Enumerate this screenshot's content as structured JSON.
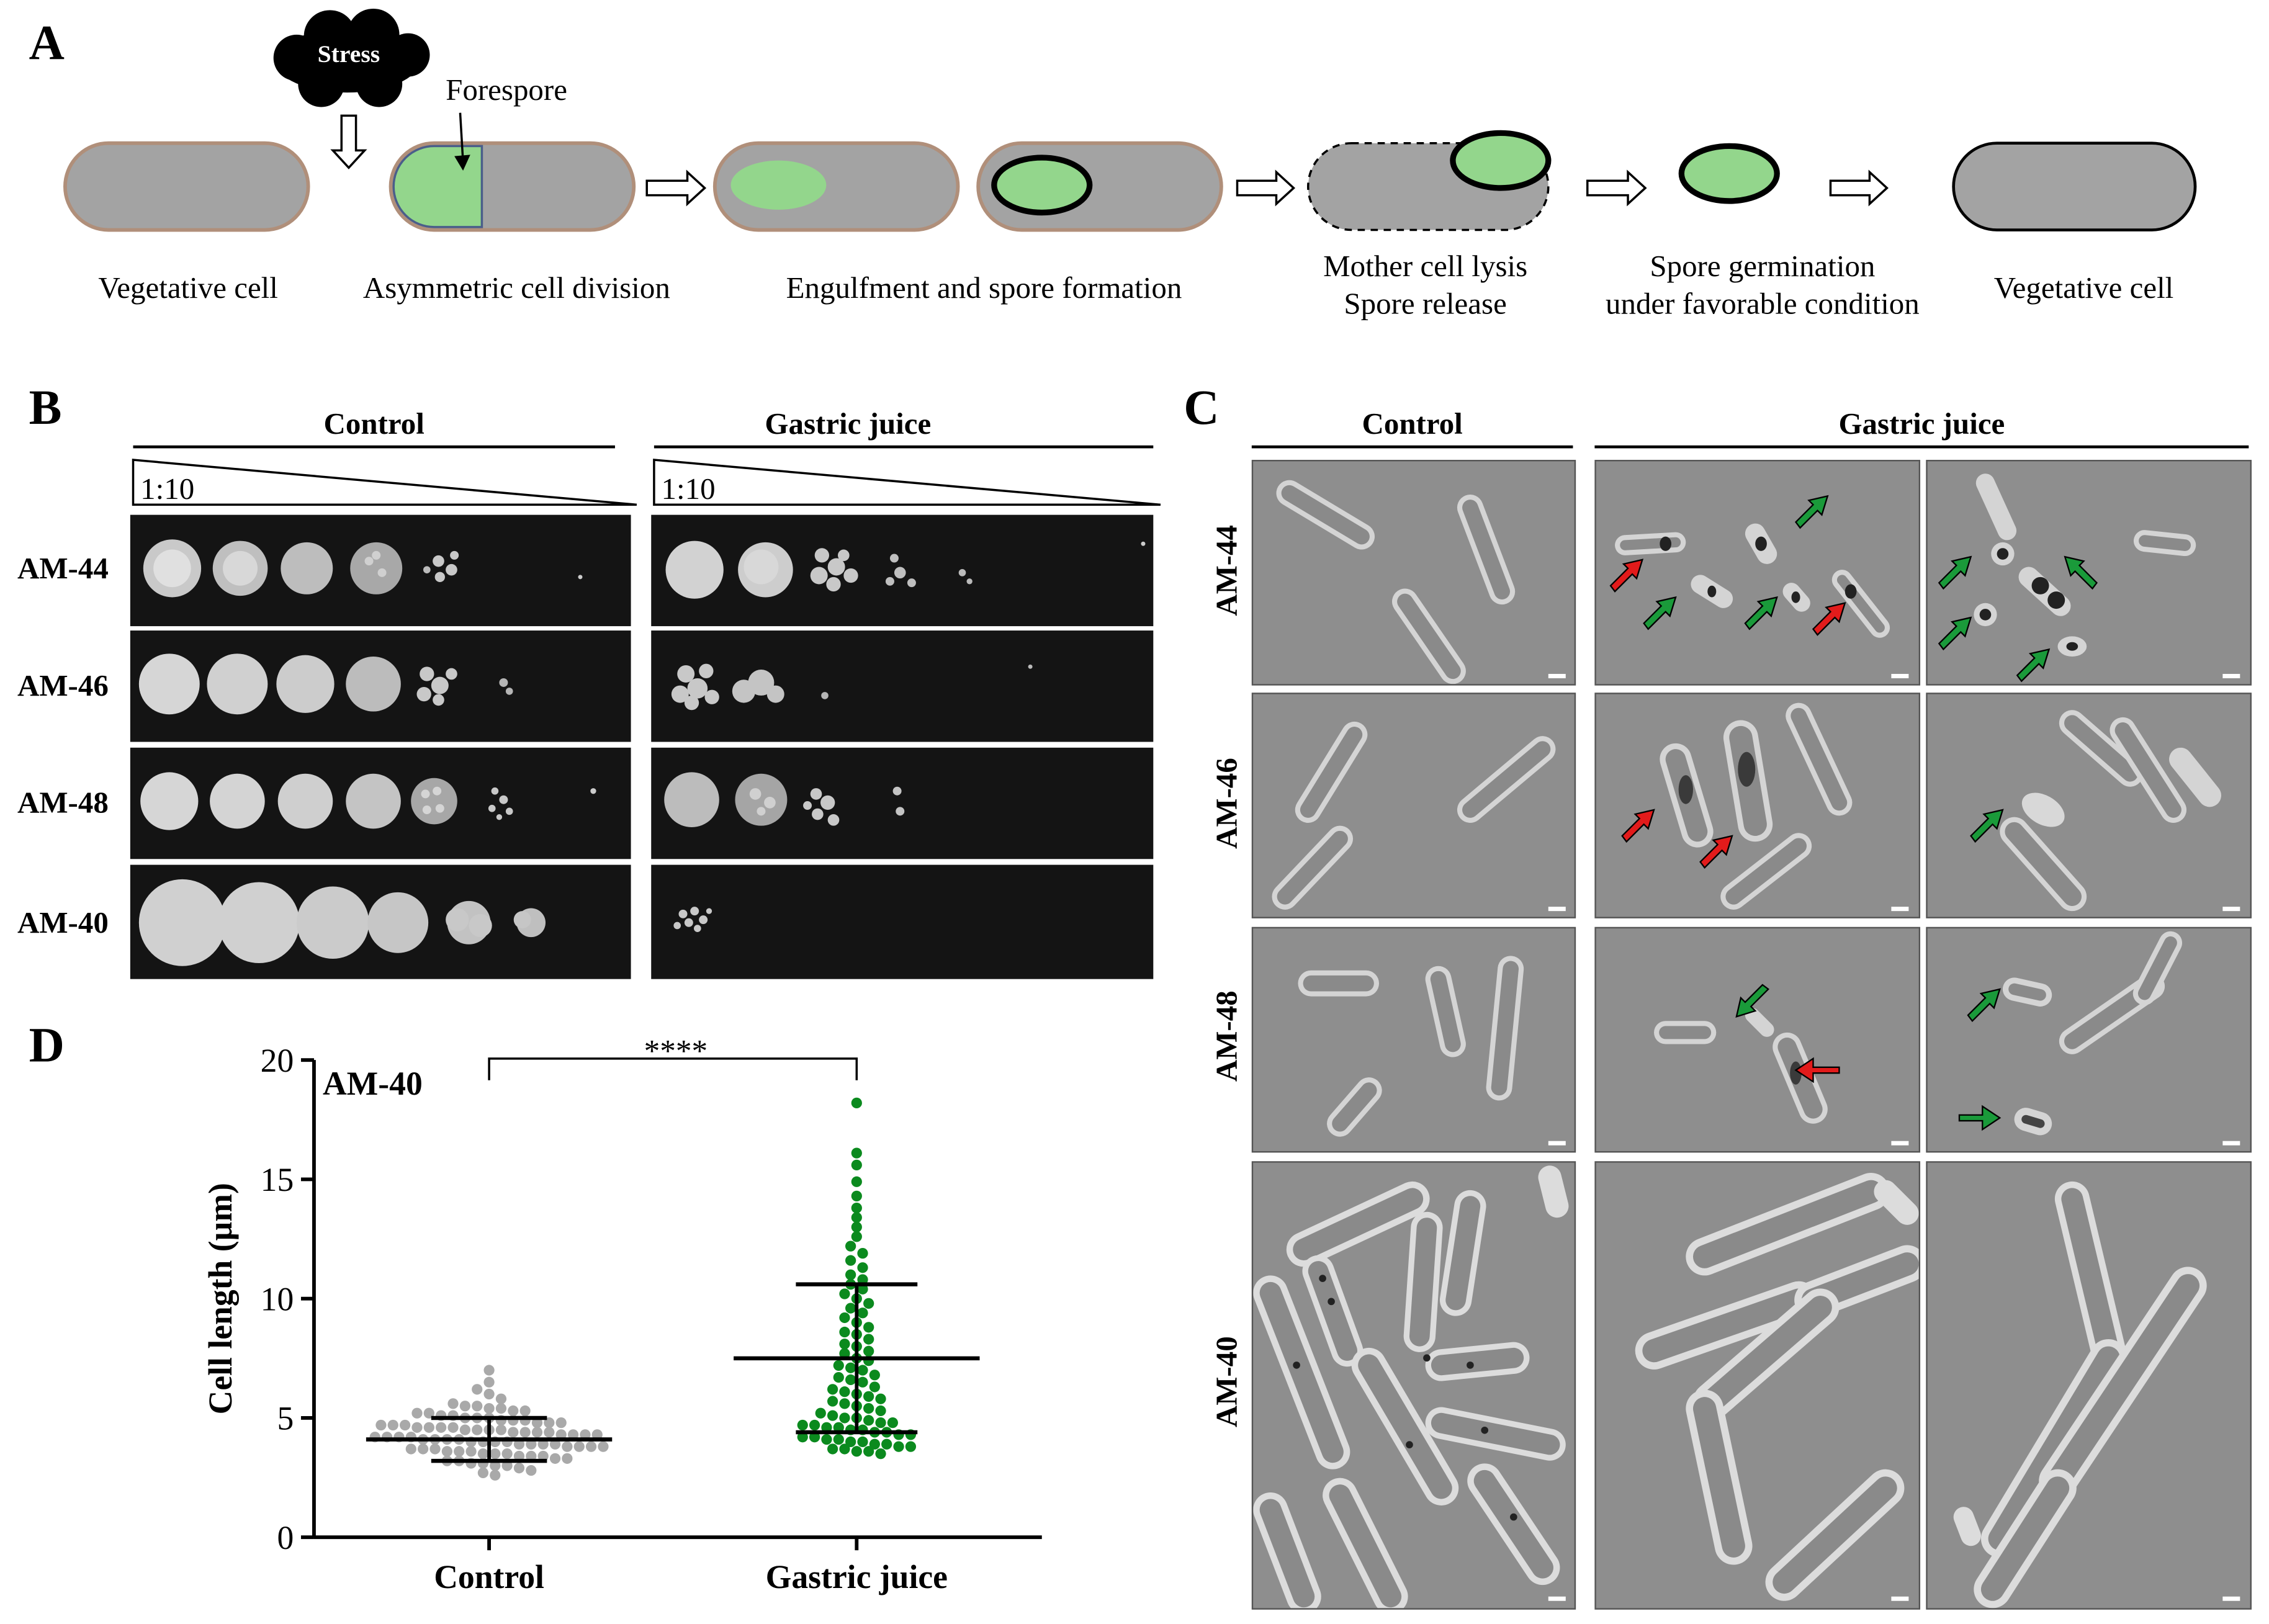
{
  "panels": {
    "A": {
      "letter": "A",
      "stress": "Stress",
      "forespore": "Forespore",
      "stages": [
        {
          "label": "Vegetative cell"
        },
        {
          "label": "Asymmetric cell division"
        },
        {
          "label": "Engulfment and spore formation"
        },
        {
          "label": "Mother cell lysis\nSpore release"
        },
        {
          "label": "Spore germination\nunder favorable condition"
        },
        {
          "label": "Vegetative cell"
        }
      ]
    },
    "B": {
      "letter": "B",
      "groups": [
        "Control",
        "Gastric juice"
      ],
      "dilution": "1:10",
      "strains": [
        "AM-44",
        "AM-46",
        "AM-48",
        "AM-40"
      ]
    },
    "C": {
      "letter": "C",
      "groups": [
        "Control",
        "Gastric juice"
      ],
      "strains": [
        "AM-44",
        "AM-46",
        "AM-48",
        "AM-40"
      ]
    },
    "D": {
      "letter": "D",
      "strain_label": "AM-40",
      "significance": "****"
    }
  },
  "colors": {
    "cell_body": "#a3a3a3",
    "cell_border": "#b08f7a",
    "spore": "#93d68c",
    "red_arrow": "#e21b1b",
    "green_arrow": "#1a9a3a",
    "control_dots": "#a9a9a9",
    "gastric_dots": "#0b8a1e"
  },
  "chart_data": {
    "type": "scatter",
    "title": "",
    "xlabel": "",
    "ylabel": "Cell length (µm)",
    "ylim": [
      0,
      20
    ],
    "yticks": [
      0,
      5,
      10,
      15,
      20
    ],
    "categories": [
      "Control",
      "Gastric juice"
    ],
    "series": [
      {
        "name": "Control",
        "mean": 4.1,
        "sd_low": 3.2,
        "sd_high": 5.0,
        "values": [
          7.0,
          6.5,
          6.2,
          6.0,
          5.8,
          5.6,
          5.5,
          5.5,
          5.4,
          5.4,
          5.3,
          5.3,
          5.2,
          5.2,
          5.1,
          5.1,
          5.0,
          5.0,
          5.0,
          4.9,
          4.9,
          4.9,
          4.8,
          4.8,
          4.8,
          4.7,
          4.7,
          4.7,
          4.6,
          4.6,
          4.6,
          4.6,
          4.5,
          4.5,
          4.5,
          4.5,
          4.4,
          4.4,
          4.4,
          4.4,
          4.3,
          4.3,
          4.3,
          4.3,
          4.2,
          4.2,
          4.2,
          4.2,
          4.1,
          4.1,
          4.1,
          4.1,
          4.0,
          4.0,
          4.0,
          4.0,
          3.9,
          3.9,
          3.9,
          3.9,
          3.8,
          3.8,
          3.8,
          3.8,
          3.7,
          3.7,
          3.7,
          3.6,
          3.6,
          3.6,
          3.5,
          3.5,
          3.5,
          3.4,
          3.4,
          3.4,
          3.3,
          3.3,
          3.2,
          3.2,
          3.1,
          3.1,
          3.0,
          3.0,
          2.9,
          2.8,
          2.7,
          2.6
        ]
      },
      {
        "name": "Gastric juice",
        "mean": 7.5,
        "sd_low": 4.4,
        "sd_high": 10.6,
        "values": [
          18.2,
          16.1,
          15.6,
          14.9,
          14.3,
          13.8,
          13.4,
          13.0,
          12.6,
          12.2,
          11.9,
          11.6,
          11.3,
          11.0,
          10.8,
          10.6,
          10.4,
          10.2,
          10.0,
          9.8,
          9.6,
          9.4,
          9.2,
          9.0,
          8.8,
          8.6,
          8.5,
          8.3,
          8.1,
          8.0,
          7.8,
          7.7,
          7.5,
          7.4,
          7.2,
          7.1,
          7.0,
          6.8,
          6.7,
          6.6,
          6.5,
          6.3,
          6.2,
          6.1,
          6.0,
          5.9,
          5.8,
          5.7,
          5.6,
          5.5,
          5.4,
          5.3,
          5.2,
          5.1,
          5.0,
          5.0,
          4.9,
          4.8,
          4.8,
          4.7,
          4.7,
          4.6,
          4.6,
          4.5,
          4.5,
          4.4,
          4.4,
          4.3,
          4.3,
          4.2,
          4.2,
          4.1,
          4.1,
          4.0,
          4.0,
          3.9,
          3.9,
          3.8,
          3.8,
          3.7,
          3.7,
          3.6,
          3.6,
          3.5
        ]
      }
    ]
  }
}
